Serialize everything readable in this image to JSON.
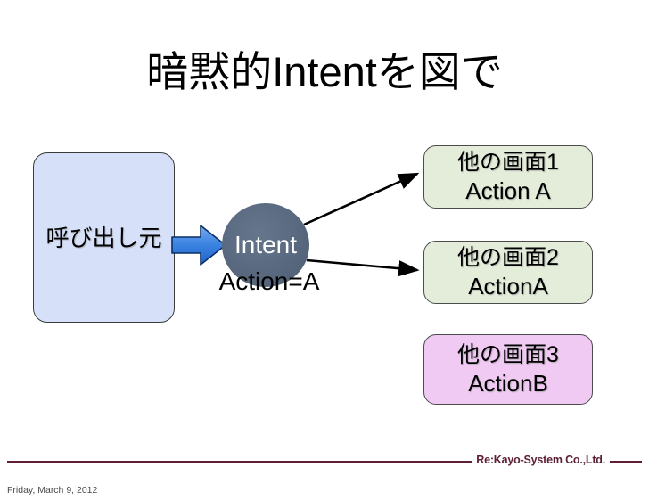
{
  "slide": {
    "title": "暗黙的Intentを図で"
  },
  "diagram": {
    "caller": {
      "label": "呼び出し元",
      "fill": "#d6e1f9"
    },
    "intent": {
      "label": "Intent",
      "caption": "Action=A",
      "fill": "#5a6a80",
      "text_color": "#ffffff"
    },
    "flow_arrow": {
      "name": "blue-block-arrow",
      "color": "#2f7ade"
    },
    "targets": [
      {
        "line1": "他の画面1",
        "line2": "Action A",
        "fill": "#e3edd9",
        "has_incoming_arrow": true
      },
      {
        "line1": "他の画面2",
        "line2": "ActionA",
        "fill": "#e3edd9",
        "has_incoming_arrow": true
      },
      {
        "line1": "他の画面3",
        "line2": "ActionB",
        "fill": "#f1caf4",
        "has_incoming_arrow": false
      }
    ]
  },
  "footer": {
    "brand": "Re:Kayo-System Co.,Ltd.",
    "date": "Friday, March 9, 2012",
    "rule_color": "#5e1f33"
  }
}
